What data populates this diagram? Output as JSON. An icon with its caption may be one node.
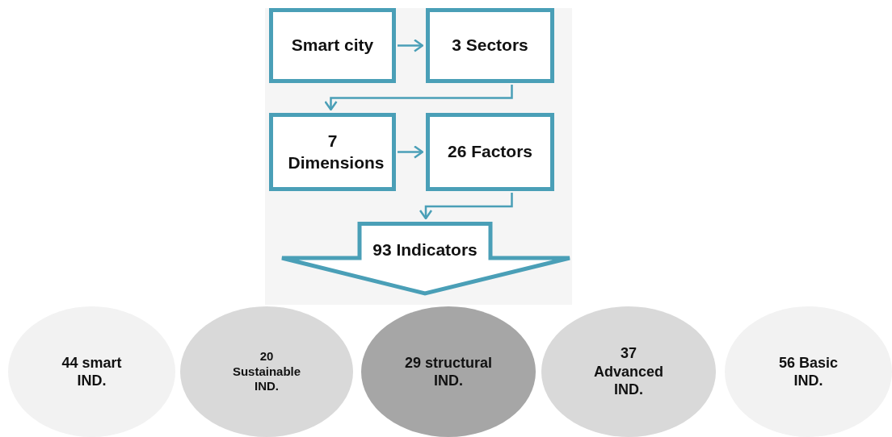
{
  "diagram": {
    "nodes": [
      {
        "text": [
          "Smart city"
        ]
      },
      {
        "text": [
          "3 Sectors"
        ]
      },
      {
        "text": [
          "7 Dimensions"
        ]
      },
      {
        "text": [
          "26 Factors"
        ]
      },
      {
        "text": [
          "93 Indicators"
        ]
      },
      {
        "text": [
          "44 smart IND."
        ]
      },
      {
        "text": [
          "20 Sustainable IND."
        ]
      },
      {
        "text": [
          "29 structural IND."
        ]
      },
      {
        "text": [
          "37 Advanced IND."
        ]
      },
      {
        "text": [
          "56  Basic IND."
        ]
      }
    ],
    "edges": [
      {
        "from": 0,
        "to": 1,
        "arrow": "to"
      },
      {
        "from": 1,
        "to": 2,
        "arrow": "to"
      },
      {
        "from": 2,
        "to": 3,
        "arrow": "to"
      },
      {
        "from": 3,
        "to": 4,
        "arrow": "to"
      }
    ]
  }
}
